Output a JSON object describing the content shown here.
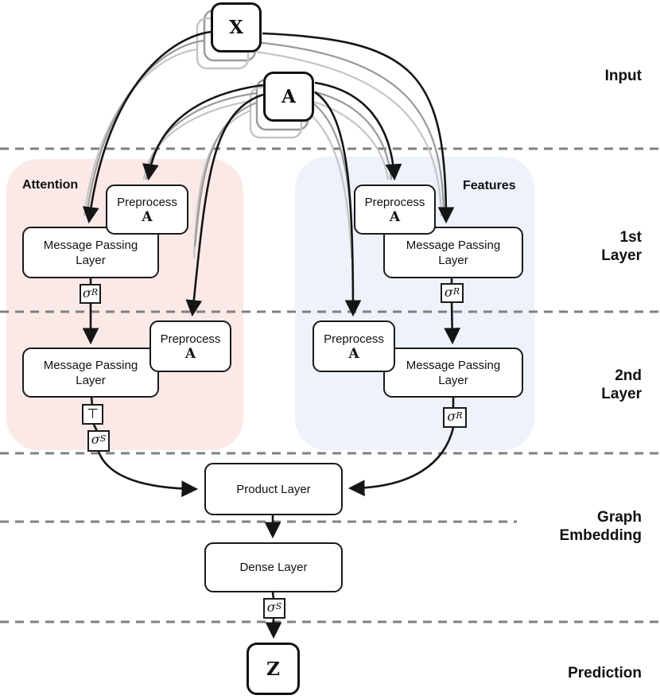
{
  "diagram": {
    "regions": {
      "attention": {
        "label": "Attention",
        "fill": "#fbe9e8"
      },
      "features": {
        "label": "Features",
        "fill": "#edf2fb"
      }
    },
    "stages": {
      "input": {
        "lines": [
          "Input"
        ]
      },
      "layer1": {
        "lines": [
          "1st",
          "Layer"
        ]
      },
      "layer2": {
        "lines": [
          "2nd",
          "Layer"
        ]
      },
      "graph_emb": {
        "lines": [
          "Graph",
          "Embedding"
        ]
      },
      "prediction": {
        "lines": [
          "Prediction"
        ]
      }
    },
    "nodes": {
      "x": "X",
      "a": "A",
      "z": "Z",
      "preprocess": {
        "line1": "Preprocess",
        "line2": "A"
      },
      "message_passing": {
        "line1": "Message Passing",
        "line2": "Layer"
      },
      "product": "Product Layer",
      "dense": "Dense Layer",
      "sigma_r": {
        "base": "σ",
        "sub": "R"
      },
      "sigma_s": {
        "base": "σ",
        "sub": "S"
      },
      "transpose": "⊤"
    },
    "colors": {
      "arrow": "#151515",
      "arrow_shadow_mid": "#9a9a9a",
      "arrow_shadow_light": "#c5c5c5",
      "dashed_line": "#808080",
      "box_border": "#1a1a1a"
    }
  }
}
